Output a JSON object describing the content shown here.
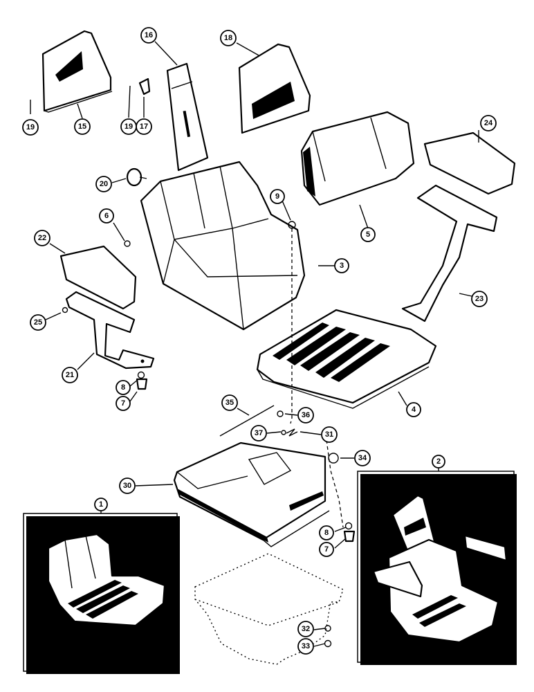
{
  "callouts": [
    {
      "label": "1"
    },
    {
      "label": "2"
    },
    {
      "label": "3"
    },
    {
      "label": "4"
    },
    {
      "label": "5"
    },
    {
      "label": "6"
    },
    {
      "label": "7"
    },
    {
      "label": "8"
    },
    {
      "label": "9"
    },
    {
      "label": "15"
    },
    {
      "label": "16"
    },
    {
      "label": "17"
    },
    {
      "label": "18"
    },
    {
      "label": "19"
    },
    {
      "label": "19"
    },
    {
      "label": "20"
    },
    {
      "label": "21"
    },
    {
      "label": "22"
    },
    {
      "label": "23"
    },
    {
      "label": "24"
    },
    {
      "label": "25"
    },
    {
      "label": "30"
    },
    {
      "label": "31"
    },
    {
      "label": "32"
    },
    {
      "label": "33"
    },
    {
      "label": "34"
    },
    {
      "label": "35"
    },
    {
      "label": "36"
    },
    {
      "label": "37"
    },
    {
      "label": "8"
    },
    {
      "label": "7"
    }
  ]
}
